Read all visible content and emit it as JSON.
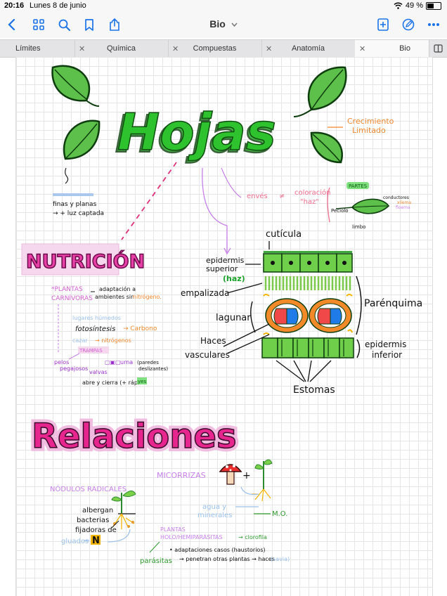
{
  "status": {
    "time": "20:16",
    "date": "Lunes 8 de junio",
    "battery": "49 %",
    "battery_level": 0.49
  },
  "toolbar": {
    "title": "Bio"
  },
  "tabs": [
    {
      "label": "Límites"
    },
    {
      "label": "Química"
    },
    {
      "label": "Compuestas"
    },
    {
      "label": "Anatomía"
    },
    {
      "label": "Bio"
    }
  ],
  "notes": {
    "title": "Hojas",
    "crecimiento_1": "Crecimiento",
    "crecimiento_2": "Limitado",
    "finas_1": "finas y planas",
    "finas_2": "→ + luz captada",
    "enves": "envés",
    "neq": "≠",
    "coloracion_1": "coloración",
    "coloracion_2": "\"haz\"",
    "partes": "PARTES",
    "peciolo": "Peciolo",
    "limbo": "limbo",
    "conductores": "conductores",
    "xilema": "xilema",
    "floema": "floema",
    "cuticula": "cutícula",
    "epid_sup_1": "epidermis",
    "epid_sup_2": "superior",
    "haz": "(haz)",
    "empalizada": "empalizada",
    "lagunar": "lagunar",
    "haces_1": "Haces",
    "haces_2": "vasculares",
    "parenquima": "Parénquima",
    "epid_inf_1": "epidermis",
    "epid_inf_2": "inferior",
    "estomas": "Estomas",
    "nutricion": "NUTRICIÓN",
    "plantas_carn_1": "*PLANTAS",
    "plantas_carn_2": "CARNÍVORAS",
    "adaptacion_1": "adaptación a",
    "adaptacion_2": "ambientes sin",
    "nitrogeno": "nitrógeno.",
    "lugares": "lugares húmedos",
    "fotosintesis": "fotosíntesis",
    "carbono": "→ Carbono",
    "cazar": "cazar",
    "nitrogenos": "→ nitrógenos",
    "trampas": "TRAMPAS",
    "pelos_1": "pelos",
    "pelos_2": "pegajosos",
    "valvas": "valvas",
    "urna": "urna",
    "urna_desc_1": "(paredes",
    "urna_desc_2": "deslizantes)",
    "abre": "abre y cierra (+ rápido",
    "abre_yes": "yes",
    "relaciones": "Relaciones",
    "micorrizas": "MICORRIZAS",
    "nodulos": "NÓDULOS RADICALES",
    "albergan_1": "albergan",
    "albergan_2": "bacterias",
    "albergan_3": "fijadoras de",
    "n_letter": "N",
    "gluados": "gluados",
    "agua_1": "agua y",
    "agua_2": "minerales",
    "mo": "M.O.",
    "plantas_holo_1": "PLANTAS",
    "plantas_holo_2": "HOLO/HEMIPARÁSITAS",
    "clorofila": "→ clorofila",
    "adaptaciones": "• adaptaciones casos (haustorios)",
    "parasitas": "parásitas",
    "penetran": "→ penetran otras plantas → haces",
    "savia": "(savia)",
    "plus": "+"
  }
}
